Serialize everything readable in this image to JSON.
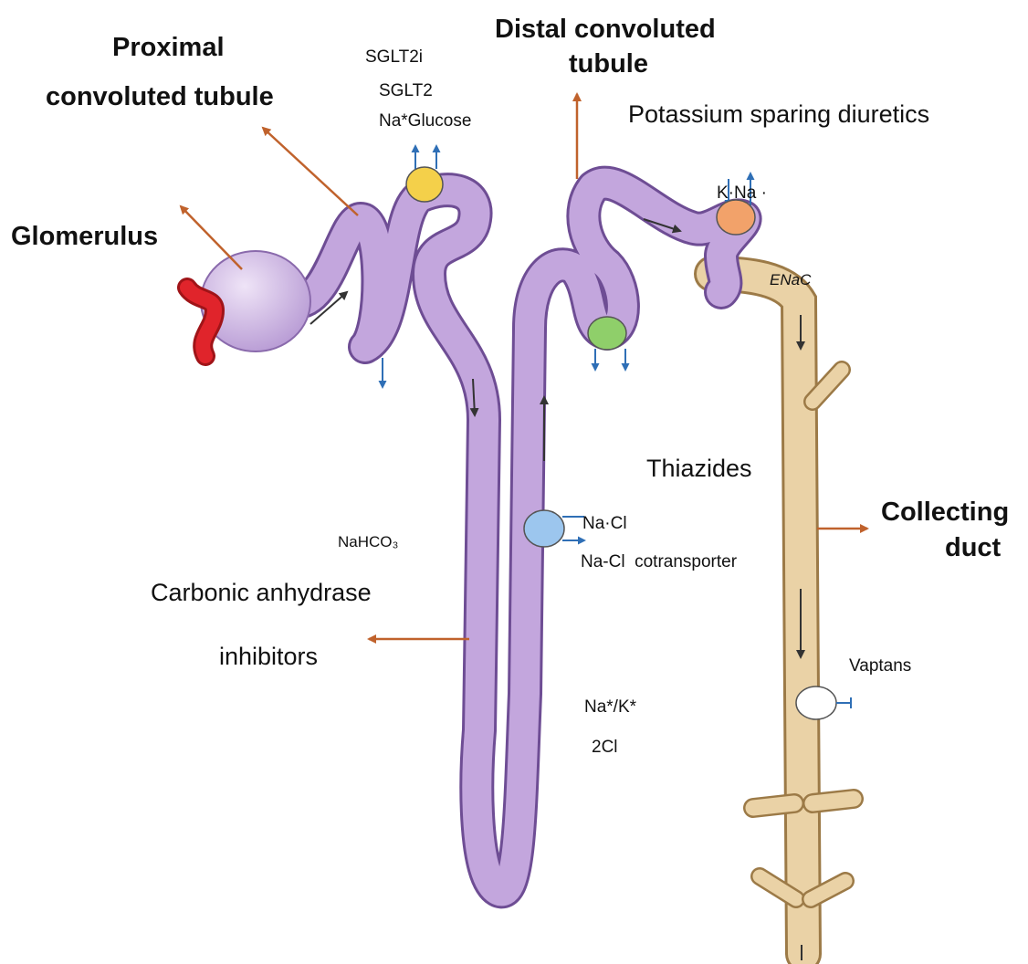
{
  "labels": {
    "proximal_line1": "Proximal",
    "proximal_line2": "convoluted tubule",
    "glomerulus": "Glomerulus",
    "distal_line1": "Distal convoluted",
    "distal_line2": "tubule",
    "sglt2i": "SGLT2i",
    "sglt2": "SGLT2",
    "na_glucose": "Na*Glucose",
    "potassium_sparing": "Potassium sparing diuretics",
    "k_na": "K·Na ·",
    "enac": "ENaC",
    "thiazides": "Thiazides",
    "na_cl": "Na·Cl",
    "na_cl_cotransporter": "Na-Cl  cotransporter",
    "nahco3": "NaHCO₃",
    "carbonic_line1": "Carbonic anhydrase",
    "carbonic_line2": "inhibitors",
    "collecting_line1": "Collecting",
    "collecting_line2": "duct",
    "vaptans": "Vaptans",
    "nak": "Na*/K*",
    "two_cl": "2Cl"
  },
  "colors": {
    "tubule": "#c3a6dd",
    "tubule_outline": "#6e4d94",
    "glomerulus": "#d8c7ea",
    "arteriole": "#e0242b",
    "collecting_duct": "#ead2a6",
    "collecting_outline": "#9c7a47",
    "arrow_orange": "#c0622c",
    "arrow_blue": "#2f6fb6",
    "transporter_yellow": "#f4d04a",
    "transporter_green": "#8fcf6a",
    "transporter_orange": "#f2a26a",
    "transporter_blue": "#9cc6ee"
  }
}
